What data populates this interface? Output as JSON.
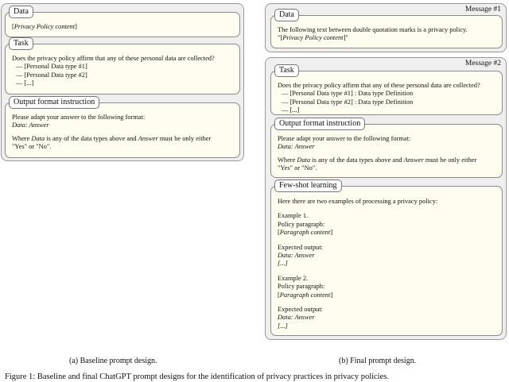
{
  "baseline": {
    "data_box": {
      "tag": "Data",
      "line1_pre": "[",
      "line1_em": "Privacy Policy content",
      "line1_post": "]"
    },
    "task_box": {
      "tag": "Task",
      "question": "Does the privacy policy affirm that any of these personal data are collected?",
      "items": [
        "— [Personal Data type #1]",
        "— [Personal Data type #2]",
        "— [...]"
      ]
    },
    "format_box": {
      "tag": "Output format instruction",
      "line1": "Please adapt your answer to the following format:",
      "line2_em": "Data: Answer",
      "line3_pre": "Where ",
      "line3_em1": "Data",
      "line3_mid": " is any of the data types above and ",
      "line3_em2": "Answer",
      "line3_post": " must be only either",
      "line4": "\"Yes\" or \"No\"."
    },
    "caption": "(a) Baseline prompt design."
  },
  "final": {
    "message1_label": "Message #1",
    "message2_label": "Message #2",
    "data_box": {
      "tag": "Data",
      "line1": "The following text between double quotation marks is a privacy policy.",
      "line2_pre": "\"[",
      "line2_em": "Privacy Policy content",
      "line2_post": "]\""
    },
    "task_box": {
      "tag": "Task",
      "question": "Does the privacy policy affirm that any of these personal data are collected?",
      "items": [
        "— [Personal Data type #1] : Data type Definition",
        "— [Personal Data type #2] : Data type Definition",
        "— [...]"
      ]
    },
    "format_box": {
      "tag": "Output format instruction",
      "line1": "Please adapt your answer to the following format:",
      "line2_em": "Data: Answer",
      "line3_pre": "Where ",
      "line3_em1": "Data",
      "line3_mid": " is any of the data types above and ",
      "line3_em2": "Answer",
      "line3_post": " must be only either",
      "line4": "\"Yes\" or \"No\"."
    },
    "fewshot_box": {
      "tag": "Few-shot learning",
      "intro": "Here there are two examples of processing a privacy policy:",
      "ex1_title": "Example 1.",
      "ex1_label": "Policy paragraph:",
      "ex1_para_pre": "[",
      "ex1_para_em": "Paragraph content",
      "ex1_para_post": "]",
      "ex1_out_label": "Expected output:",
      "ex1_out_em": "Data: Answer",
      "ex1_ellipsis": "[...]",
      "ex2_title": "Example 2.",
      "ex2_label": "Policy paragraph:",
      "ex2_para_pre": "[",
      "ex2_para_em": "Paragraph content",
      "ex2_para_post": "]",
      "ex2_out_label": "Expected output:",
      "ex2_out_em": "Data: Answer",
      "ex2_ellipsis": "[...]"
    },
    "caption": "(b) Final prompt design."
  },
  "figure_caption": "Figure 1: Baseline and final ChatGPT prompt designs for the identification of privacy practices in privacy policies."
}
